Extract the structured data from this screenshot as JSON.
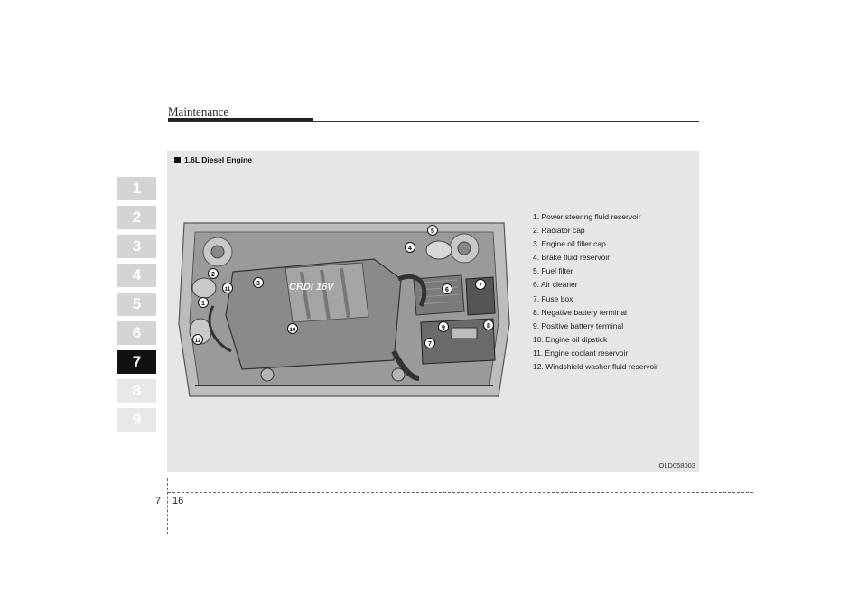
{
  "header": {
    "section_title": "Maintenance"
  },
  "chapter_tabs": [
    "1",
    "2",
    "3",
    "4",
    "5",
    "6",
    "7",
    "8",
    "9"
  ],
  "active_chapter": "7",
  "figure": {
    "caption": "1.6L Diesel Engine",
    "engine_cover_text": "CRDi 16V",
    "callouts": [
      "1",
      "2",
      "3",
      "4",
      "5",
      "6",
      "7",
      "7",
      "8",
      "9",
      "10",
      "11",
      "12"
    ],
    "legend": [
      "1. Power steering fluid reservoir",
      "2. Radiator cap",
      "3. Engine oil filler cap",
      "4. Brake fluid reservoir",
      "5. Fuel filter",
      "6. Air cleaner",
      "7. Fuse box",
      "8. Negative battery terminal",
      "9. Positive battery terminal",
      "10. Engine oil dipstick",
      "11. Engine coolant reservoir",
      "12. Windshield washer fluid reservoir"
    ],
    "image_code": "OLD058003"
  },
  "footer": {
    "chapter": "7",
    "page": "16"
  }
}
